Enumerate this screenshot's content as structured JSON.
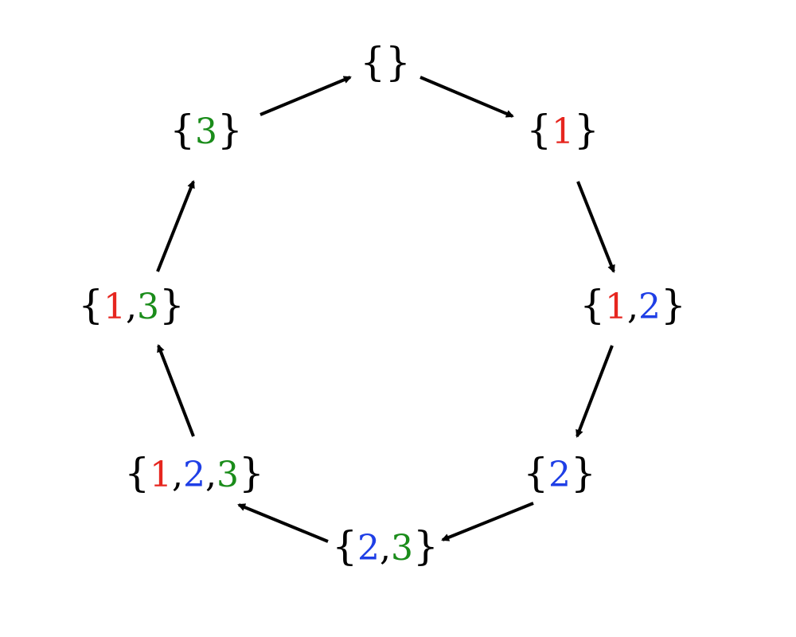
{
  "colors": {
    "1": "#e6261f",
    "2": "#1f3fe6",
    "3": "#1a8c1a",
    "arrow": "#000000",
    "brace": "#000000"
  },
  "nodes": [
    {
      "id": "empty",
      "label": "{}",
      "elements": []
    },
    {
      "id": "s1",
      "label": "{1}",
      "elements": [
        "1"
      ]
    },
    {
      "id": "s12",
      "label": "{1,2}",
      "elements": [
        "1",
        "2"
      ]
    },
    {
      "id": "s2",
      "label": "{2}",
      "elements": [
        "2"
      ]
    },
    {
      "id": "s23",
      "label": "{2,3}",
      "elements": [
        "2",
        "3"
      ]
    },
    {
      "id": "s123",
      "label": "{1,2,3}",
      "elements": [
        "1",
        "2",
        "3"
      ]
    },
    {
      "id": "s13",
      "label": "{1,3}",
      "elements": [
        "1",
        "3"
      ]
    },
    {
      "id": "s3",
      "label": "{3}",
      "elements": [
        "3"
      ]
    }
  ],
  "edges": [
    {
      "from": "empty",
      "to": "s1"
    },
    {
      "from": "s1",
      "to": "s12"
    },
    {
      "from": "s12",
      "to": "s2"
    },
    {
      "from": "s2",
      "to": "s23"
    },
    {
      "from": "s23",
      "to": "s123"
    },
    {
      "from": "s123",
      "to": "s13"
    },
    {
      "from": "s13",
      "to": "s3"
    },
    {
      "from": "s3",
      "to": "empty"
    }
  ]
}
